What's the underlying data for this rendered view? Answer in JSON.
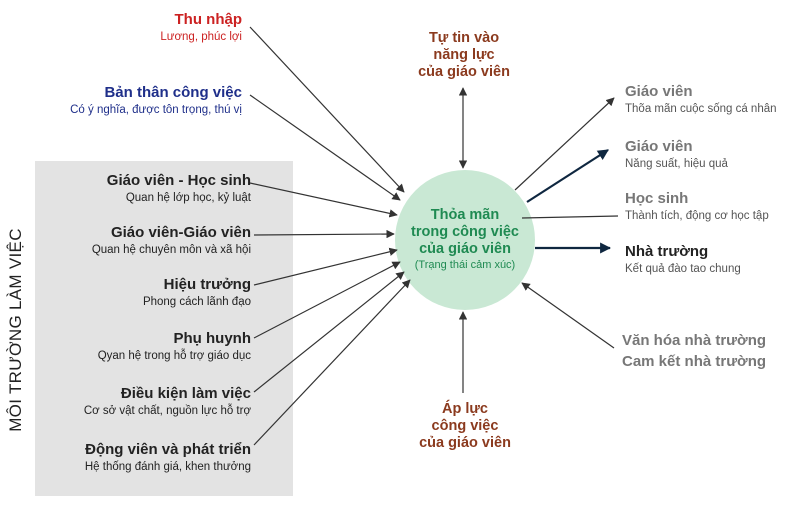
{
  "environment_label": "MÔI TRƯỜNG LÀM VIỆC",
  "top_factors": [
    {
      "title": "Thu nhập",
      "subtitle": "Lương, phúc lợi",
      "color": "#cc2222"
    },
    {
      "title": "Bản thân công việc",
      "subtitle": "Có ý nghĩa, được tôn trọng, thú vị",
      "color": "#1f2f8a"
    }
  ],
  "environment_factors": [
    {
      "title": "Giáo viên - Học sinh",
      "subtitle": "Quan hệ lớp học, kỷ luật"
    },
    {
      "title": "Giáo viên-Giáo viên",
      "subtitle": "Quan hệ chuyên môn và xã hội"
    },
    {
      "title": "Hiệu trưởng",
      "subtitle": "Phong cách lãnh đạo"
    },
    {
      "title": "Phụ huynh",
      "subtitle": "Qyan hệ trong hỗ trợ giáo dục"
    },
    {
      "title": "Điều kiện làm việc",
      "subtitle": "Cơ sở vật chất, nguồn lực hỗ trợ"
    },
    {
      "title": "Động viên và phát triển",
      "subtitle": "Hệ thống đánh giá, khen thưởng"
    }
  ],
  "center": {
    "line1": "Thỏa mãn",
    "line2": "trong công việc",
    "line3": "của giáo viên",
    "line4": "(Trạng thái cảm xúc)"
  },
  "self_efficacy": [
    "Tự tin vào",
    "năng lực",
    "của giáo viên"
  ],
  "work_pressure": [
    "Áp lực",
    "công việc",
    "của giáo viên"
  ],
  "outcomes": [
    {
      "title": "Giáo viên",
      "subtitle": "Thõa mãn cuộc sống cá nhân",
      "color": "#777777"
    },
    {
      "title": "Giáo viên",
      "subtitle": "Năng suất, hiệu quả",
      "color": "#777777"
    },
    {
      "title": "Học sinh",
      "subtitle": "Thành tích, động cơ học tập",
      "color": "#777777"
    },
    {
      "title": "Nhà trường",
      "subtitle": "Kết quả đào tao chung",
      "color": "#222222"
    }
  ],
  "culture": [
    "Văn hóa nhà trường",
    "Cam kết nhà trường"
  ],
  "colors": {
    "brown": "#8b3a1e",
    "green": "#1f8a52",
    "navy": "#0f2740",
    "arrow": "#333333"
  }
}
